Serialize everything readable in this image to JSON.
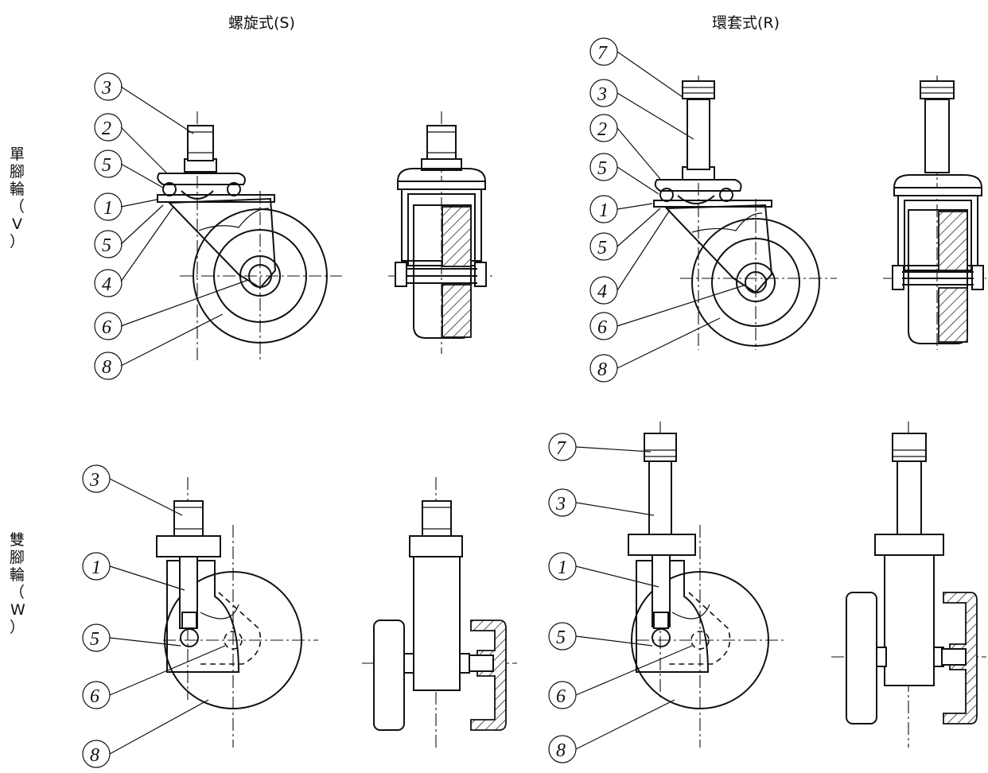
{
  "headers": {
    "screw_type": "螺旋式(S)",
    "ring_type": "環套式(R)"
  },
  "row_labels": {
    "single_wheel": [
      "單",
      "腳",
      "輪",
      "（",
      "V",
      "）"
    ],
    "double_wheel": [
      "雙",
      "腳",
      "輪",
      "（",
      "W",
      "）"
    ]
  },
  "callouts": {
    "sv": [
      "3",
      "2",
      "5",
      "1",
      "5",
      "4",
      "6",
      "8"
    ],
    "rv": [
      "7",
      "3",
      "2",
      "5",
      "1",
      "5",
      "4",
      "6",
      "8"
    ],
    "sw": [
      "3",
      "1",
      "5",
      "6",
      "8"
    ],
    "rw": [
      "7",
      "3",
      "1",
      "5",
      "6",
      "8"
    ]
  }
}
